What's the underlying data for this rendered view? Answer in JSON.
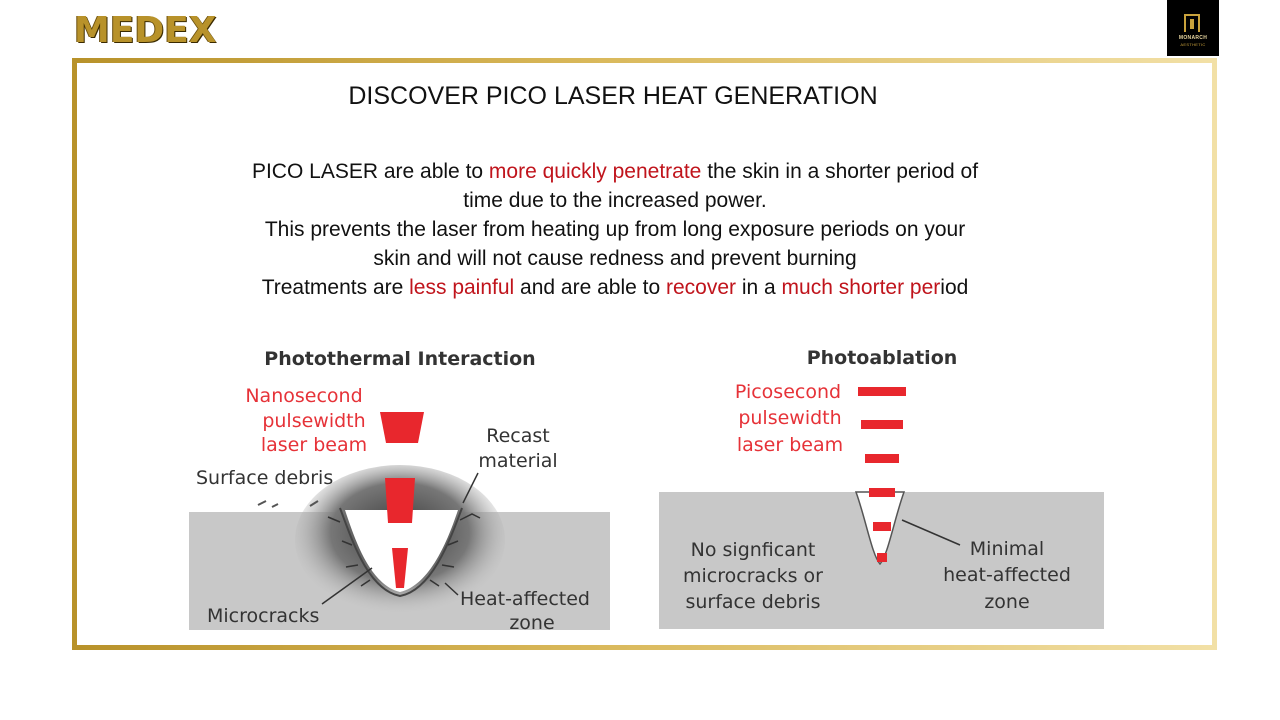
{
  "brand": "MEDEX",
  "logo": {
    "line1": "MONARCH",
    "line2": "AESTHETIC"
  },
  "title": "DISCOVER PICO LASER HEAT GENERATION",
  "paragraph": {
    "l1a": "PICO LASER are able to ",
    "l1b": "more quickly penetrate",
    "l1c": " the skin in a shorter period of",
    "l2": "time due to the increased power.",
    "l3": "This prevents the laser from heating up from long exposure periods on your",
    "l4": "skin and will not cause redness and prevent burning",
    "l5a": "Treatments are ",
    "l5b": "less painful",
    "l5c": " and are able to ",
    "l5d": "recover",
    "l5e": " in a ",
    "l5f": "much shorter per",
    "l5g": "iod"
  },
  "left_diagram": {
    "title": "Photothermal Interaction",
    "beam_label": [
      "Nanosecond",
      "pulsewidth",
      "laser beam"
    ],
    "surface": "Surface debris",
    "recast": [
      "Recast",
      "material"
    ],
    "micro": "Microcracks",
    "heat": [
      "Heat-affected",
      "zone"
    ]
  },
  "right_diagram": {
    "title": "Photoablation",
    "beam_label": [
      "Picosecond",
      "pulsewidth",
      "laser beam"
    ],
    "nosig": [
      "No signficant",
      "microcracks or",
      "surface debris"
    ],
    "minimal": [
      "Minimal",
      "heat-affected",
      "zone"
    ]
  },
  "colors": {
    "gold": "#b8922a",
    "red_text": "#c0141c",
    "beam": "#e8272d",
    "skin": "#c8c8c8"
  }
}
